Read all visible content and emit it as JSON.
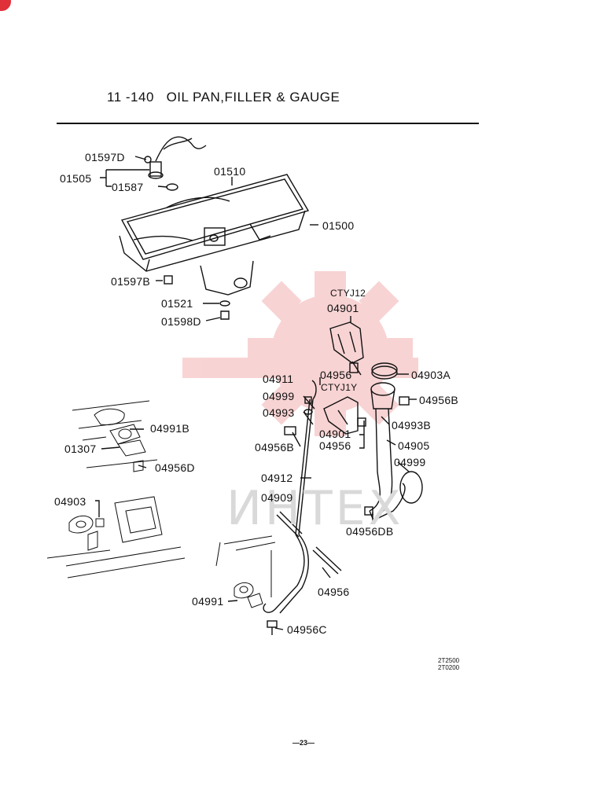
{
  "header": {
    "title": "11 -140   OIL PAN,FILLER & GAUGE"
  },
  "watermark": {
    "text": "ИНТЕХ",
    "color": "#e23b3b"
  },
  "parts": {
    "p01597D": "01597D",
    "p01505": "01505",
    "p01587": "01587",
    "p01510": "01510",
    "p01500": "01500",
    "p01597B": "01597B",
    "p01521": "01521",
    "p01598D": "01598D",
    "p04991B": "04991B",
    "p01307": "01307",
    "p04956D": "04956D",
    "p04903": "04903",
    "p04991": "04991",
    "p04956C": "04956C",
    "ctyj12": "CTYJ12",
    "p04901a": "04901",
    "p04956a": "04956",
    "p04903A": "04903A",
    "p04911": "04911",
    "ctyj1y": "CTYJ1Y",
    "p04999a": "04999",
    "p04956B_r": "04956B",
    "p04993": "04993",
    "p04993B": "04993B",
    "p04901b": "04901",
    "p04956b": "04956",
    "p04905": "04905",
    "p04956B_l": "04956B",
    "p04999b": "04999",
    "p04912": "04912",
    "p04909": "04909",
    "p04956DB": "04956DB",
    "p04956c": "04956"
  },
  "footer": {
    "code_line1": "2T2500",
    "code_line2": "2T0200",
    "page_number": "—23—"
  }
}
